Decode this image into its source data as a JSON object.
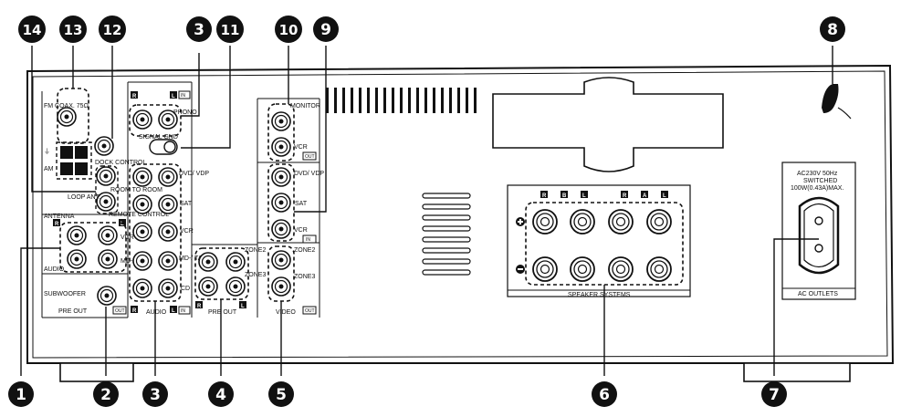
{
  "labels": {
    "fm_coax": "FM COAX. 75Ω",
    "am": "AM",
    "dock_control": "DOCK CONTROL",
    "loop_ant": "LOOP ANT.",
    "antenna": "ANTENNA",
    "audio_left": "AUDIO",
    "subwoofer": "SUBWOOFER",
    "pre_out_left": "PRE OUT",
    "signal_gnd": "SIGNAL GND",
    "phono": "PHONO",
    "dvd_vdp": "DVD/ VDP",
    "sat": "SAT",
    "vcr": "VCR",
    "md_tape": "MD-/ TAPE",
    "cd": "CD",
    "room_to_room": "ROOM TO ROOM",
    "remote_control": "REMOTE CONTROL",
    "audio_bottom": "AUDIO",
    "zone2": "ZONE2",
    "zone3": "ZONE3",
    "pre_out_mid": "PRE OUT",
    "monitor": "MONITOR",
    "video": "VIDEO",
    "speaker_systems": "SPEAKER SYSTEMS",
    "ac_spec_1": "AC230V 50Hz",
    "ac_spec_2": "SWITCHED",
    "ac_spec_3": "100W(0.43A)MAX.",
    "ac_outlets": "AC OUTLETS",
    "in": "IN",
    "out": "OUT",
    "r": "R",
    "l": "L",
    "a": "A",
    "b": "B"
  },
  "callouts": {
    "c1": "1",
    "c2": "2",
    "c3a": "3",
    "c3b": "3",
    "c4": "4",
    "c5": "5",
    "c6": "6",
    "c7": "7",
    "c8": "8",
    "c9": "9",
    "c10": "10",
    "c11": "11",
    "c12": "12",
    "c13": "13",
    "c14": "14"
  }
}
